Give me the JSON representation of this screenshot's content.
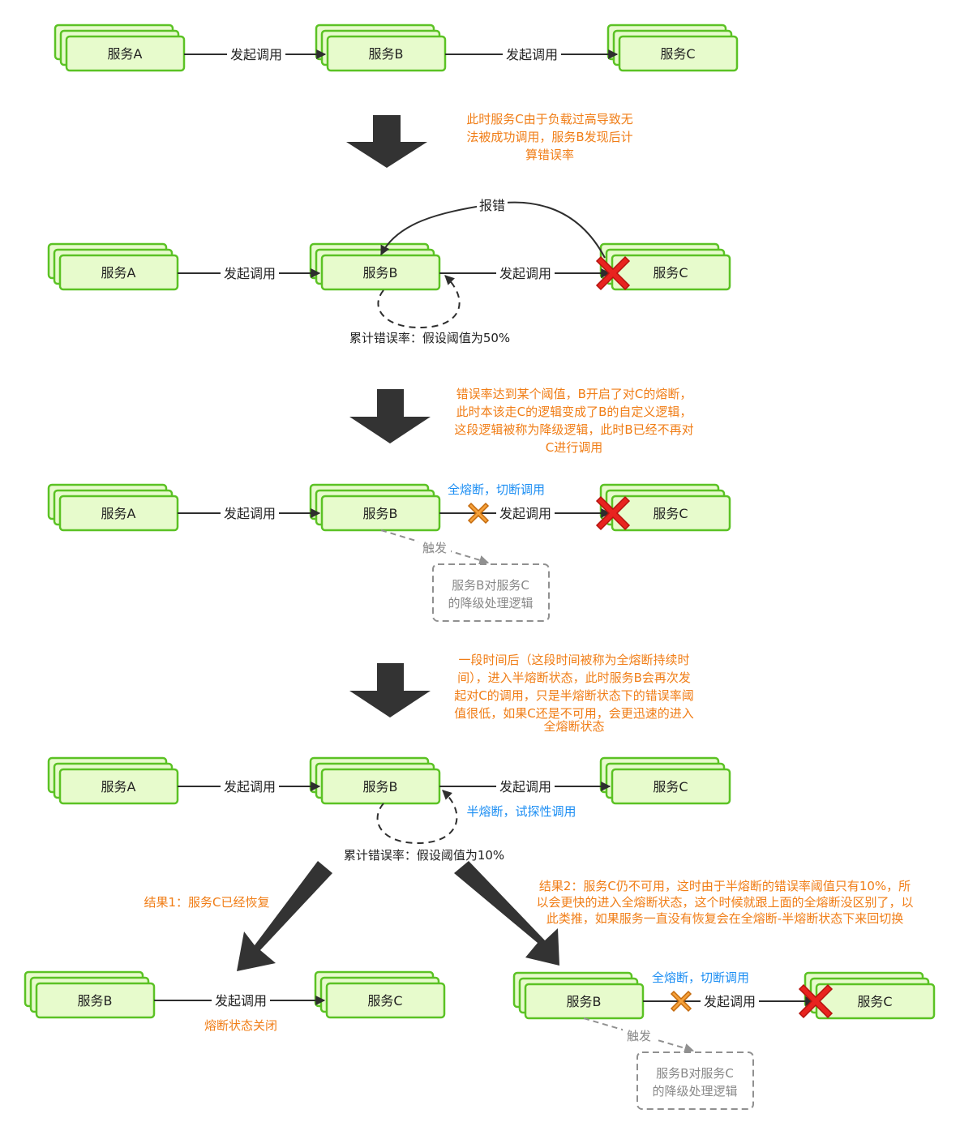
{
  "svc": {
    "a": "服务A",
    "b": "服务B",
    "c": "服务C"
  },
  "edge": {
    "call": "发起调用",
    "error": "报错",
    "trigger": "触发"
  },
  "stage2": {
    "note": [
      "此时服务C由于负载过高导致无",
      "法被成功调用，服务B发现后计",
      "算错误率"
    ],
    "accum": "累计错误率：假设阈值为50%"
  },
  "stage3": {
    "note": [
      "错误率达到某个阈值，B开启了对C的熔断，",
      "此时本该走C的逻辑变成了B的自定义逻辑，",
      "这段逻辑被称为降级逻辑，此时B已经不再对",
      "C进行调用"
    ],
    "full_break": "全熔断，切断调用",
    "fallback": [
      "服务B对服务C",
      "的降级处理逻辑"
    ]
  },
  "stage4": {
    "note": [
      "一段时间后（这段时间被称为全熔断持续时",
      "间），进入半熔断状态，此时服务B会再次发",
      "起对C的调用，只是半熔断状态下的错误率阈",
      "值很低，如果C还是不可用，会更迅速的进入",
      "全熔断状态"
    ],
    "half_break": "半熔断，试探性调用",
    "accum": "累计错误率：假设阈值为10%"
  },
  "result1": {
    "title": "结果1：服务C已经恢复",
    "closed": "熔断状态关闭"
  },
  "result2": {
    "title": [
      "结果2：服务C仍不可用，这时由于半熔断的错误率阈值只有10%，所",
      "以会更快的进入全熔断状态，这个时候就跟上面的全熔断没区别了，以",
      "此类推，如果服务一直没有恢复会在全熔断-半熔断状态下来回切换"
    ],
    "full_break": "全熔断，切断调用"
  },
  "colors": {
    "box_fill": "#e7fbcc",
    "box_stroke": "#5bc224",
    "note": "#f07d16",
    "blue": "#1c8ef3",
    "fail_x": "#e8231f",
    "break_x": "#f5a13a"
  }
}
